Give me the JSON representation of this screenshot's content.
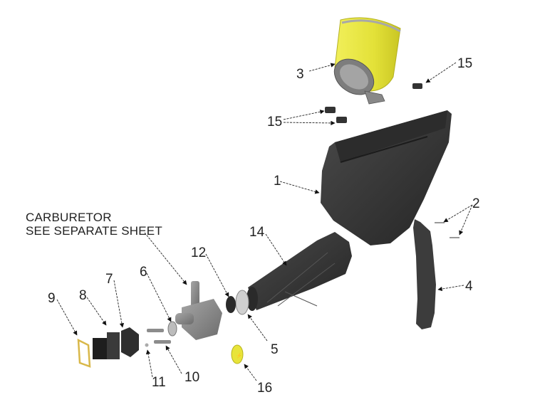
{
  "diagram": {
    "type": "exploded-parts-view",
    "note": {
      "line1": "CARBURETOR",
      "line2": "SEE SEPARATE SHEET"
    },
    "callouts": [
      {
        "id": "c1",
        "label": "1",
        "part": "airbox"
      },
      {
        "id": "c2",
        "label": "2",
        "part": "screws"
      },
      {
        "id": "c3",
        "label": "3",
        "part": "air-filter"
      },
      {
        "id": "c4",
        "label": "4",
        "part": "side-cover"
      },
      {
        "id": "c5",
        "label": "5",
        "part": "hose-clamp"
      },
      {
        "id": "c6",
        "label": "6",
        "part": "carburetor-clamp"
      },
      {
        "id": "c7",
        "label": "7",
        "part": "intake-spacer"
      },
      {
        "id": "c8",
        "label": "8",
        "part": "reed-valve"
      },
      {
        "id": "c9",
        "label": "9",
        "part": "gasket"
      },
      {
        "id": "c10",
        "label": "10",
        "part": "bolts"
      },
      {
        "id": "c11",
        "label": "11",
        "part": "washers"
      },
      {
        "id": "c12",
        "label": "12",
        "part": "rubber-ring"
      },
      {
        "id": "c14",
        "label": "14",
        "part": "intake-boot"
      },
      {
        "id": "c15a",
        "label": "15",
        "part": "filter-clips"
      },
      {
        "id": "c15b",
        "label": "15",
        "part": "filter-clips"
      },
      {
        "id": "c16",
        "label": "16",
        "part": "foam-ring"
      }
    ],
    "colors": {
      "filter_yellow": "#e6e43a",
      "rubber_dark": "#3a3a3a",
      "metal_grey": "#8a8a8a",
      "gasket_gold": "#d9b84a"
    }
  }
}
